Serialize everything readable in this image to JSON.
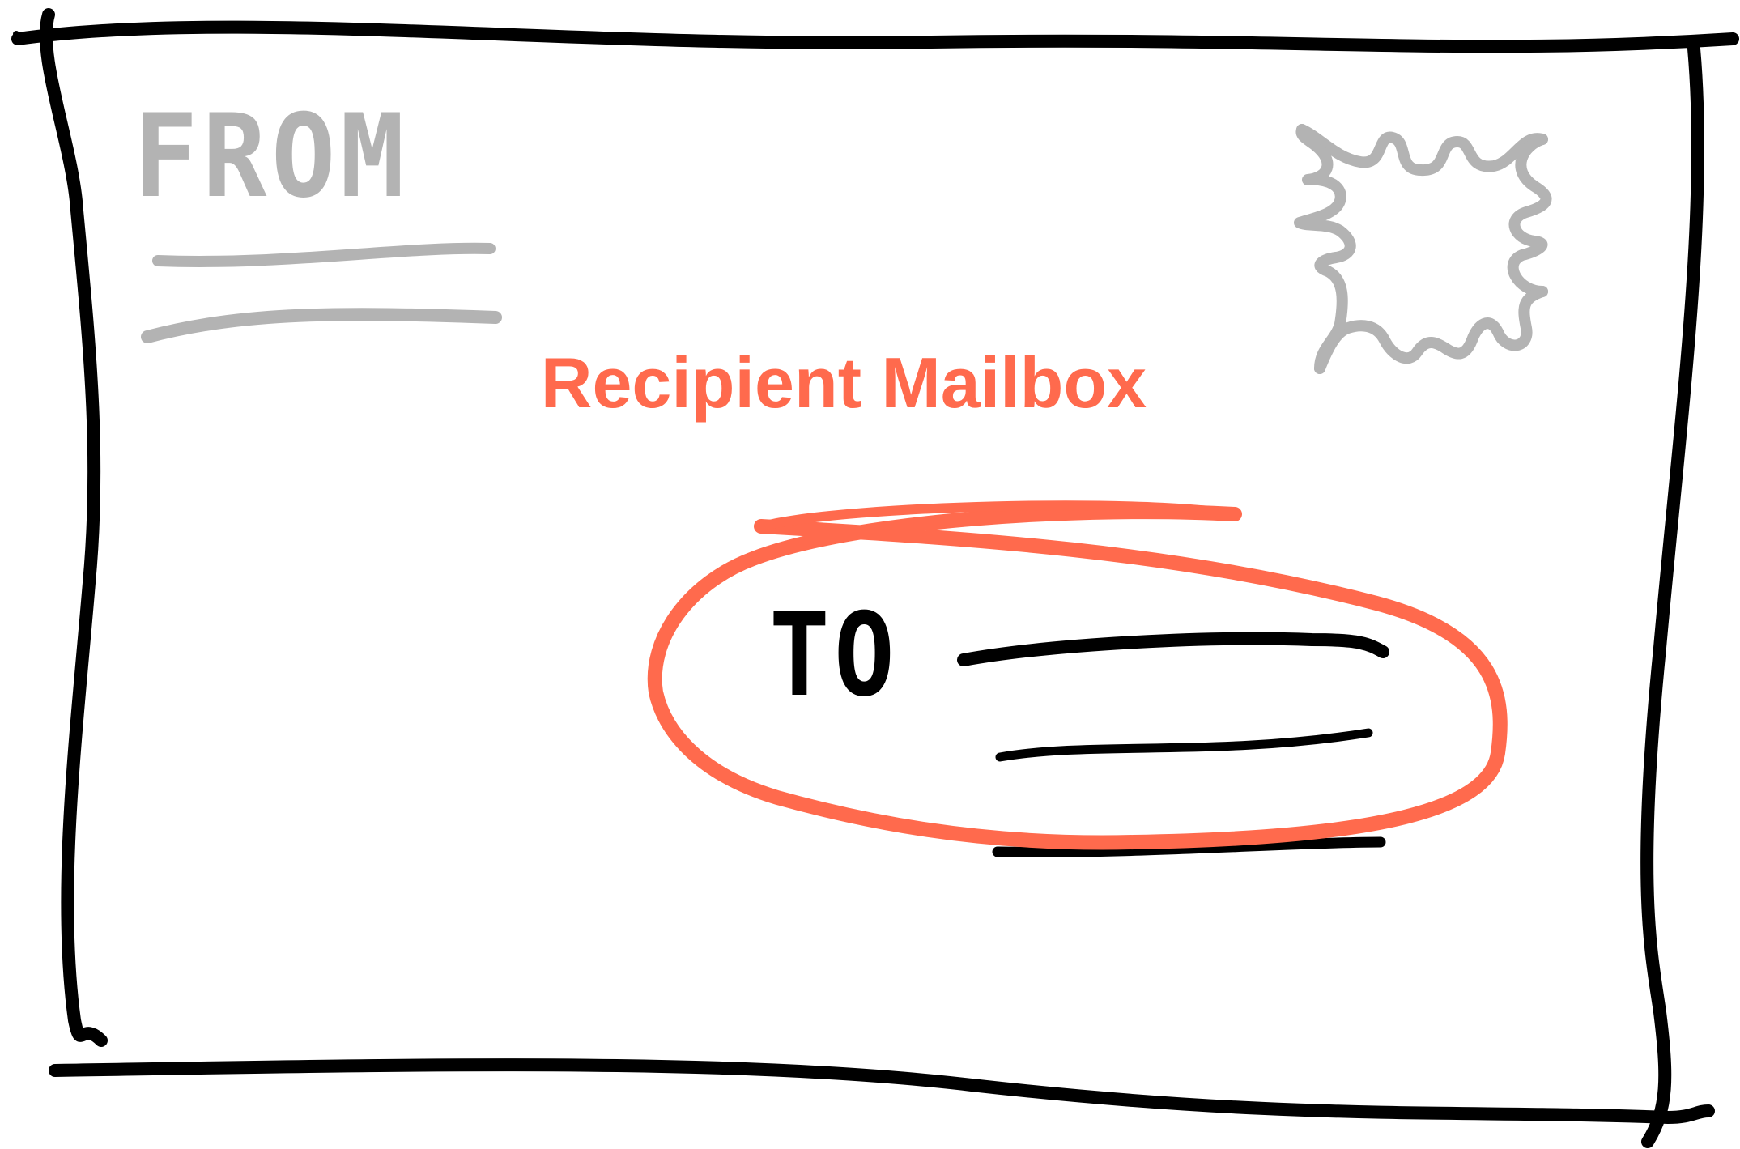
{
  "labels": {
    "from": "FROM",
    "to": "TO",
    "highlight_caption": "Recipient Mailbox"
  },
  "colors": {
    "outline": "#000000",
    "muted": "#b3b3b3",
    "accent": "#ff6a4d",
    "background": "#ffffff"
  },
  "icons": {
    "stamp": "postage-stamp-icon"
  }
}
